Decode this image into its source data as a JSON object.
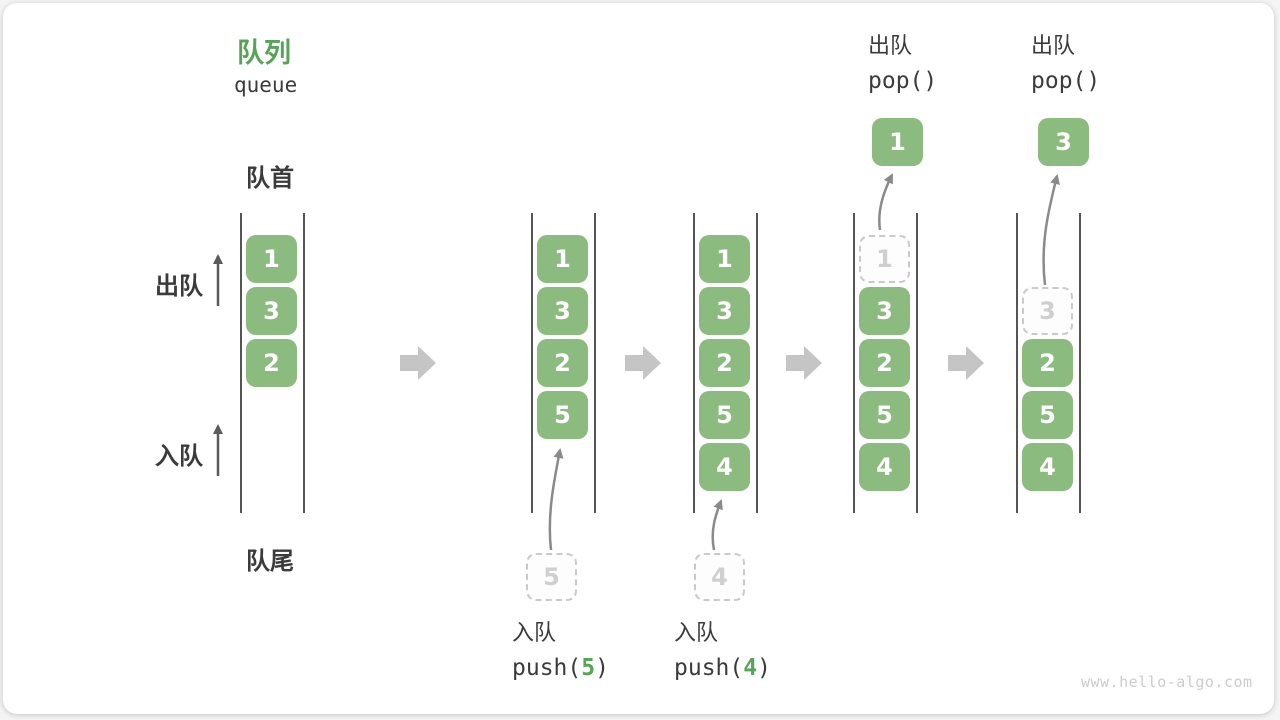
{
  "title": {
    "zh": "队列",
    "en": "queue"
  },
  "side_labels": {
    "front": "队首",
    "rear": "队尾",
    "dequeue": "出队",
    "enqueue": "入队"
  },
  "colors": {
    "box_green": "#8cbb80",
    "title_green": "#56a456",
    "text_dark": "#3b3b3b",
    "wall_gray": "#555555",
    "block_arrow_gray": "#c5c5c5",
    "curve_arrow_gray": "#8a8a8a",
    "dashed_border": "#c9c9c9",
    "dashed_text": "#cfcfcf",
    "watermark_gray": "#cccccc"
  },
  "queue_states": [
    {
      "slots": [
        {
          "value": "1",
          "style": "solid"
        },
        {
          "value": "3",
          "style": "solid"
        },
        {
          "value": "2",
          "style": "solid"
        }
      ]
    },
    {
      "slots": [
        {
          "value": "1",
          "style": "solid"
        },
        {
          "value": "3",
          "style": "solid"
        },
        {
          "value": "2",
          "style": "solid"
        },
        {
          "value": "5",
          "style": "solid"
        }
      ],
      "staged": {
        "value": "5"
      }
    },
    {
      "slots": [
        {
          "value": "1",
          "style": "solid"
        },
        {
          "value": "3",
          "style": "solid"
        },
        {
          "value": "2",
          "style": "solid"
        },
        {
          "value": "5",
          "style": "solid"
        },
        {
          "value": "4",
          "style": "solid"
        }
      ],
      "staged": {
        "value": "4"
      }
    },
    {
      "slots": [
        {
          "value": "1",
          "style": "dashed"
        },
        {
          "value": "3",
          "style": "solid"
        },
        {
          "value": "2",
          "style": "solid"
        },
        {
          "value": "5",
          "style": "solid"
        },
        {
          "value": "4",
          "style": "solid"
        }
      ],
      "popped": {
        "value": "1",
        "label_zh": "出队",
        "label_code": "pop()"
      }
    },
    {
      "slots": [
        {
          "value": "",
          "style": "empty"
        },
        {
          "value": "3",
          "style": "dashed"
        },
        {
          "value": "2",
          "style": "solid"
        },
        {
          "value": "5",
          "style": "solid"
        },
        {
          "value": "4",
          "style": "solid"
        }
      ],
      "popped": {
        "value": "3",
        "label_zh": "出队",
        "label_code": "pop()"
      }
    }
  ],
  "operations": [
    {
      "verb": "入队",
      "code_pre": "push(",
      "arg": "5",
      "code_post": ")"
    },
    {
      "verb": "入队",
      "code_pre": "push(",
      "arg": "4",
      "code_post": ")"
    }
  ],
  "watermark": "www.hello-algo.com"
}
